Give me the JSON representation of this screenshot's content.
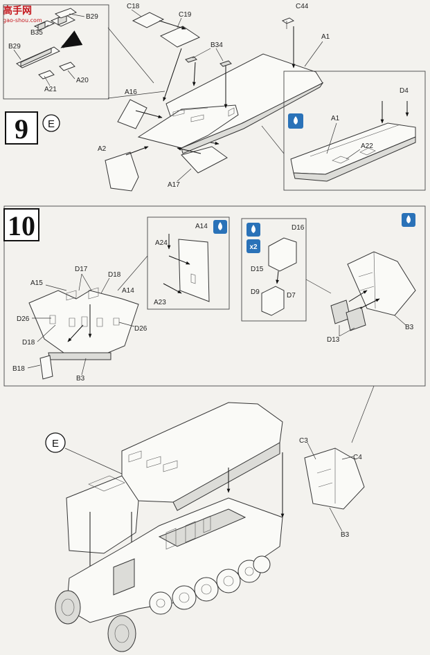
{
  "watermark": {
    "chars": "高手网",
    "url": "gao-shou.com"
  },
  "step9": {
    "number": "9",
    "option": "E",
    "labels": {
      "b29_top": "B29",
      "b35": "B35",
      "b29_left": "B29",
      "a21": "A21",
      "a20": "A20",
      "c18": "C18",
      "c19": "C19",
      "c44": "C44",
      "a1_top": "A1",
      "b34": "B34",
      "a16": "A16",
      "a2": "A2",
      "a17": "A17",
      "a1_inset": "A1",
      "d4": "D4",
      "a22": "A22"
    }
  },
  "step10": {
    "number": "10",
    "option": "E",
    "multiplier": "x2",
    "labels": {
      "a14_inset": "A14",
      "a24": "A24",
      "a23": "A23",
      "d16": "D16",
      "d15": "D15",
      "d9": "D9",
      "d7": "D7",
      "d13": "D13",
      "b3_right": "B3",
      "d17": "D17",
      "d18_top": "D18",
      "a15": "A15",
      "a14_main": "A14",
      "d26_left": "D26",
      "d26_right": "D26",
      "d18_bottom": "D18",
      "b18": "B18",
      "b3_main": "B3",
      "c3": "C3",
      "c4": "C4",
      "b3_bottom": "B3"
    }
  },
  "icons": [
    "paint-drop-icon",
    "paint-drop-icon",
    "paint-drop-icon",
    "paint-drop-icon",
    "x2-multiplier-icon"
  ]
}
